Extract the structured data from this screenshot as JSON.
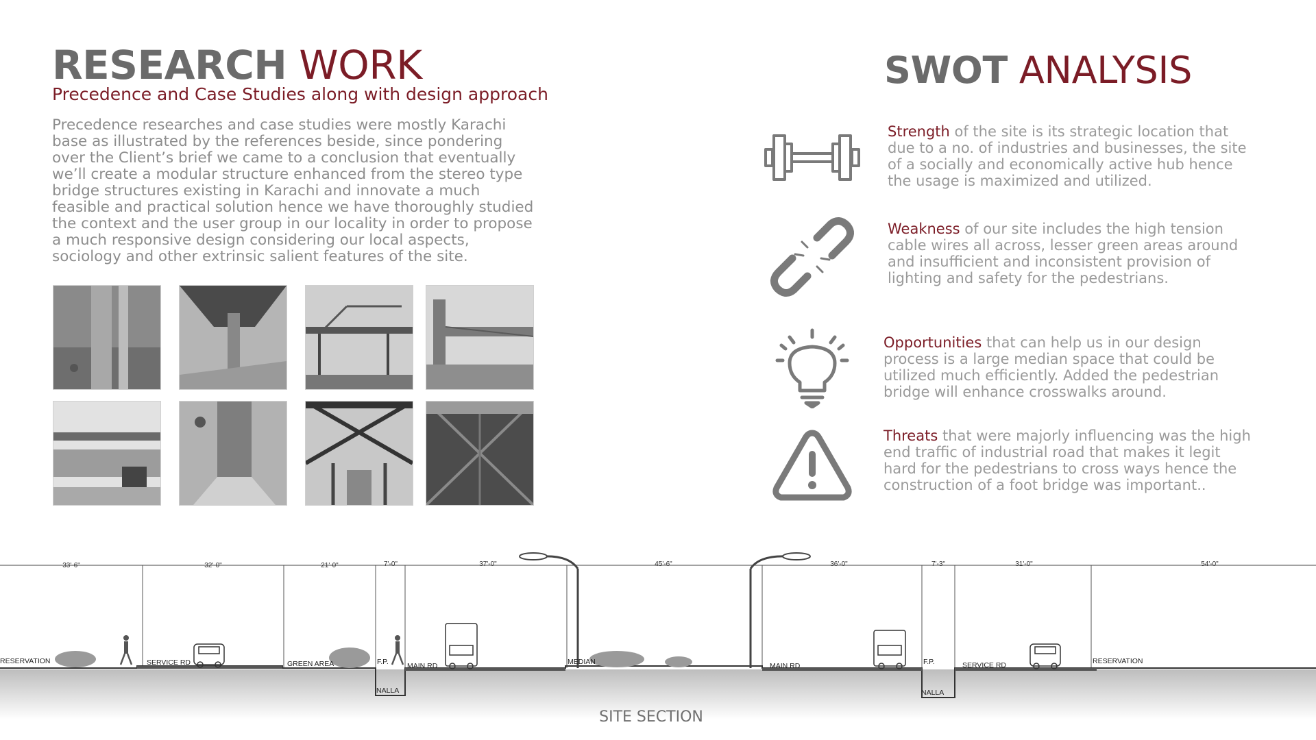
{
  "research": {
    "title_bold": "RESEARCH",
    "title_light": "WORK",
    "subtitle": "Precedence and Case Studies along with design approach",
    "body_lines": [
      "Precedence researches and case studies were mostly Karachi",
      "base as illustrated by the references beside, since pondering",
      "over the Client’s brief we came to a conclusion that eventually",
      "we’ll create a modular structure enhanced from the stereo type",
      "bridge structures existing in Karachi and innovate a much",
      "feasible and practical solution hence we have thoroughly studied",
      "the context and the user group in our locality in order to propose",
      "a much responsive design considering our local aspects,",
      "sociology and other extrinsic salient features of the site."
    ]
  },
  "swot": {
    "title_bold": "SWOT",
    "title_light": "ANALYSIS",
    "items": [
      {
        "keyword": "Strength",
        "icon": "dumbbell-icon",
        "lines": [
          " of the site is its strategic location that",
          "due to a no. of industries and businesses, the site",
          "of a socially and economically active hub hence",
          "the usage is maximized and utilized."
        ]
      },
      {
        "keyword": "Weakness",
        "icon": "broken-chain-icon",
        "lines": [
          " of our site includes the high tension",
          "cable wires all across, lesser green areas around",
          "and  insufficient and inconsistent provision of",
          "lighting and safety for the pedestrians."
        ]
      },
      {
        "keyword": "Opportunities",
        "icon": "lightbulb-icon",
        "lines": [
          " that can help us in our design",
          "process is a large median space that could be",
          "utilized much efficiently. Added the pedestrian",
          "bridge will enhance crosswalks around."
        ]
      },
      {
        "keyword": "Threats",
        "icon": "warning-triangle-icon",
        "lines": [
          " that were majorly influencing was the high",
          "end traffic of industrial road that makes it legit",
          "hard for the pedestrians to cross ways hence the",
          "construction of a foot bridge was important.."
        ]
      }
    ]
  },
  "section": {
    "caption": "SITE SECTION",
    "dimensions": [
      "33'-6\"",
      "32'-0\"",
      "21'-0\"",
      "7'-0\"",
      "37'-0\"",
      "45'-6\"",
      "36'-0\"",
      "7'-3\"",
      "31'-0\"",
      "54'-0\""
    ],
    "labels": [
      "RESERVATION",
      "SERVICE RD",
      "GREEN AREA",
      "F.P.",
      "NALLA",
      "MAIN RD",
      "MEDIAN",
      "MAIN RD",
      "F.P.",
      "NALLA",
      "SERVICE RD",
      "RESERVATION"
    ]
  }
}
